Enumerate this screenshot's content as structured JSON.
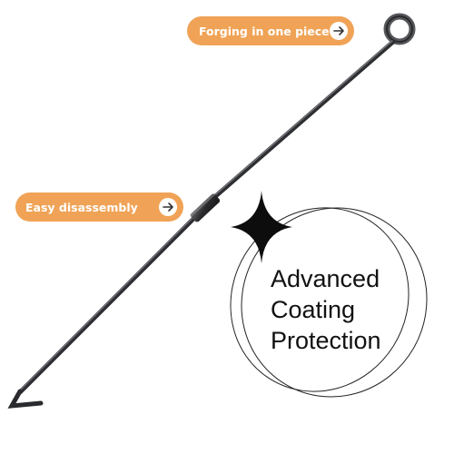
{
  "badges": {
    "top": "Forging in one piece",
    "middle": "Easy disassembly",
    "arrow_icon": "arrow-right-icon"
  },
  "headline": {
    "line1": "Advanced",
    "line2": "Coating",
    "line3": "Protection"
  },
  "colors": {
    "accent": "#F0A356",
    "rod": "#2A2A2C",
    "text": "#111111",
    "background": "#FFFFFF"
  }
}
